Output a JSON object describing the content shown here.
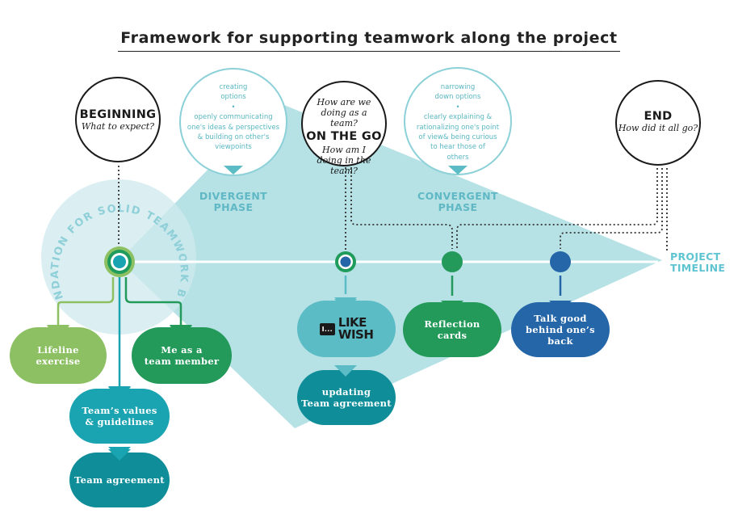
{
  "title": "Framework for supporting teamwork along the project",
  "milestones": {
    "beginning": {
      "label": "BEGINNING",
      "question": "What to expect?"
    },
    "on_the_go": {
      "question_top": "How are we doing as a team?",
      "label": "ON THE GO",
      "question_bottom": "How am I doing in the team?"
    },
    "end": {
      "label": "END",
      "question": "How did it all go?"
    }
  },
  "phases": {
    "divergent": {
      "note_line1": "creating",
      "note_line2": "options",
      "bullet": "•",
      "note_line3": "openly communicating",
      "note_line4": "one's ideas & perspectives",
      "note_line5": "& building on other's",
      "note_line6": "viewpoints",
      "label_line1": "DIVERGENT",
      "label_line2": "PHASE"
    },
    "convergent": {
      "note_line1": "narrowing",
      "note_line2": "down options",
      "bullet": "•",
      "note_line3": "clearly explaining &",
      "note_line4": "rationalizing one's point",
      "note_line5": "of view& being curious",
      "note_line6": "to hear those of",
      "note_line7": "others",
      "label_line1": "CONVERGENT",
      "label_line2": "PHASE"
    }
  },
  "foundation_arc_text": "FOUNDATION FOR SOLID TEAMWORK BUILT",
  "timeline": {
    "label_line1": "PROJECT",
    "label_line2": "TIMELINE"
  },
  "activities": {
    "lifeline": {
      "line1": "Lifeline",
      "line2": "exercise"
    },
    "me_as_member": {
      "line1": "Me as a",
      "line2": "team member"
    },
    "values": {
      "line1": "Team’s values",
      "line2": "& guidelines"
    },
    "agreement": {
      "line1": "Team agreement"
    },
    "like_wish": {
      "badge": "I...",
      "line1": "LIKE",
      "line2": "WISH"
    },
    "updating": {
      "line1": "updating",
      "line2": "Team agreement"
    },
    "reflection": {
      "line1": "Reflection",
      "line2": "cards"
    },
    "talk_good": {
      "line1": "Talk good",
      "line2": "behind one’s",
      "line3": "back"
    }
  },
  "colors": {
    "light_teal_shape": "#b6e2e6",
    "teal": "#1aa3b0",
    "dark_teal": "#0f8e9a",
    "lime": "#8dc063",
    "green": "#239a5a",
    "blue": "#2566a8",
    "mid_teal": "#5bbcc5"
  }
}
